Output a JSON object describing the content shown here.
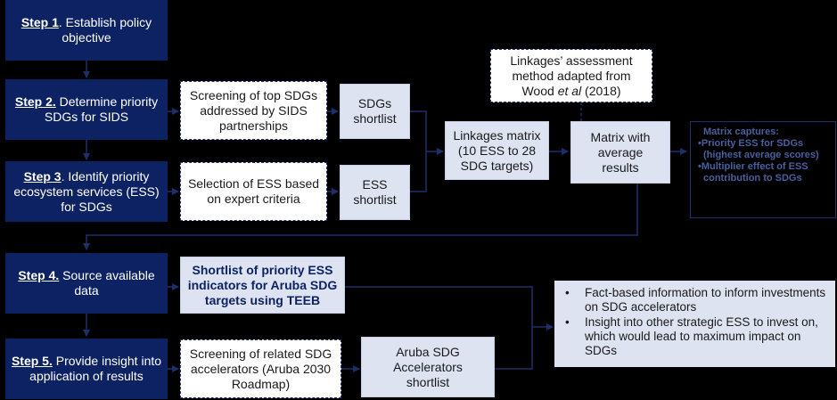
{
  "steps": [
    {
      "num": "Step 1",
      "text": ". Establish policy objective"
    },
    {
      "num": "Step 2.",
      "text": " Determine priority SDGs for SIDS"
    },
    {
      "num": "Step 3",
      "text": ". Identify priority ecosystem services (ESS) for SDGs"
    },
    {
      "num": "Step 4.",
      "text": " Source available data"
    },
    {
      "num": "Step 5.",
      "text": " Provide insight into application of results"
    }
  ],
  "boxes": {
    "screening_sdgs": "Screening of top SDGs addressed by SIDS partnerships",
    "selection_ess": "Selection of ESS based on expert criteria",
    "sdgs_shortlist": "SDGs shortlist",
    "ess_shortlist": "ESS shortlist",
    "linkages_matrix": "Linkages matrix (10 ESS to 28 SDG targets)",
    "assessment_pre": "Linkages’ assessment method adapted from Wood ",
    "assessment_italic": "et al",
    "assessment_post": " (2018)",
    "matrix_avg": "Matrix with average results",
    "shortlist_indicators": "Shortlist of priority ESS indicators for Aruba SDG targets using TEEB",
    "screening_accel": "Screening of related SDG accelerators (Aruba 2030 Roadmap)",
    "aruba_shortlist": "Aruba SDG Accelerators shortlist"
  },
  "matrix_captures": {
    "heading": "Matrix captures:",
    "bullets": [
      "•Priority ESS for SDGs (highest average scores)",
      "•Multiplier effect of ESS contribution to SDGs"
    ]
  },
  "facts": [
    "Fact-based information to inform investments on SDG accelerators",
    "Insight into other strategic ESS to invest on, which would lead to maximum impact on SDGs"
  ],
  "colors": {
    "dark_blue": "#0d2262",
    "light_blue": "#dde3f1",
    "line": "#1d2f6b",
    "note_text": "#4a5f9e"
  }
}
